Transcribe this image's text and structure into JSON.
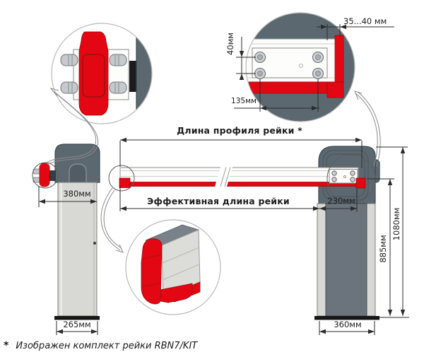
{
  "labels": {
    "profile_length": "Длина профиля рейки *",
    "effective_length": "Эффективная длина рейки"
  },
  "dimensions": {
    "bracket_gap": "35...40 мм",
    "bolt_spacing_vertical": "40мм",
    "bolt_spacing_horizontal": "135мм",
    "left_cabinet_depth": "380мм",
    "left_cabinet_width": "265мм",
    "rail_overlap": "230мм",
    "right_cabinet_width": "360мм",
    "rail_height": "885мм",
    "total_height": "1080мм"
  },
  "footnote": {
    "marker": "*",
    "text": "Изображен комплект рейки RBN7/KIT"
  },
  "colors": {
    "accent_red": "#e30613",
    "cabinet_dark": "#5c6870",
    "cabinet_body_dark": "#6b747c",
    "cabinet_light": "#d8d9d4",
    "line_color": "#2b2b2b"
  }
}
